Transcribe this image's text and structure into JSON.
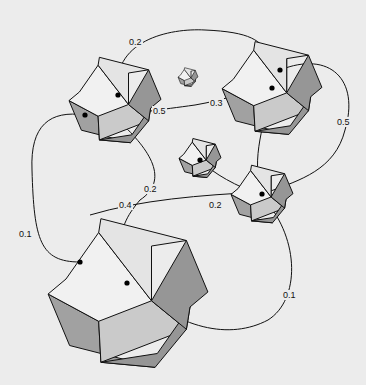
{
  "diagram": {
    "labels": [
      "0.2",
      "0.5",
      "0.3",
      "0.5",
      "0.1",
      "0.2",
      "0.4",
      "0.2",
      "0.1"
    ]
  }
}
